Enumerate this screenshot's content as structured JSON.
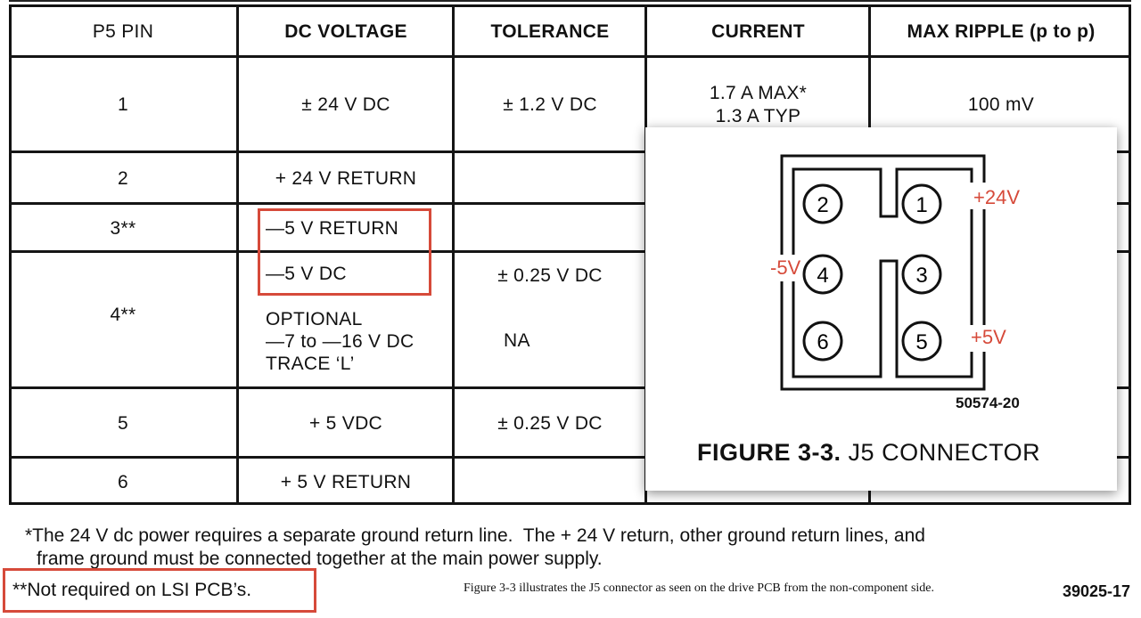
{
  "table": {
    "headers": [
      "P5 PIN",
      "DC VOLTAGE",
      "TOLERANCE",
      "CURRENT",
      "MAX RIPPLE (p to p)"
    ],
    "rows": [
      {
        "pin": "1",
        "voltage": "± 24 V DC",
        "tolerance": "± 1.2 V DC",
        "current_line1": "1.7 A MAX*",
        "current_line2": "1.3 A TYP",
        "ripple": "100 mV"
      },
      {
        "pin": "2",
        "voltage": "+ 24 V RETURN",
        "tolerance": "",
        "current": "",
        "ripple": ""
      },
      {
        "pin": "3**",
        "voltage": "—5 V RETURN",
        "tolerance": "",
        "current": "",
        "ripple": ""
      },
      {
        "pin": "4**",
        "voltage": "—5 V DC",
        "tolerance": "± 0.25 V DC",
        "optional_line1": "OPTIONAL",
        "optional_line2": "—7 to —16 V DC",
        "optional_line3": "TRACE ‘L’",
        "optional_tolerance": "NA",
        "current": "",
        "ripple": ""
      },
      {
        "pin": "5",
        "voltage": "+ 5 VDC",
        "tolerance": "± 0.25 V DC",
        "current": "",
        "ripple": ""
      },
      {
        "pin": "6",
        "voltage": "+ 5 V RETURN",
        "tolerance": "",
        "current": "",
        "ripple": ""
      }
    ]
  },
  "figure": {
    "pins": [
      "1",
      "2",
      "3",
      "4",
      "5",
      "6"
    ],
    "annotations": {
      "pin1": "+24V",
      "pin4": "-5V",
      "pin5": "+5V"
    },
    "drawing_number": "50574-20",
    "caption_bold": "FIGURE 3-3.",
    "caption_rest": "J5 CONNECTOR"
  },
  "footnotes": {
    "single_star_line1": "*The 24 V dc power requires a separate ground return line.  The + 24 V return, other ground return lines, and",
    "single_star_line2": "frame ground must be connected together at the main power supply.",
    "double_star": "**Not required on LSI PCB’s.",
    "figure_note": "Figure 3-3 illustrates the J5 connector as seen on the drive PCB from the non-component side.",
    "doc_id": "39025-17"
  },
  "colors": {
    "highlight": "#d64a3a",
    "ink": "#111111"
  }
}
